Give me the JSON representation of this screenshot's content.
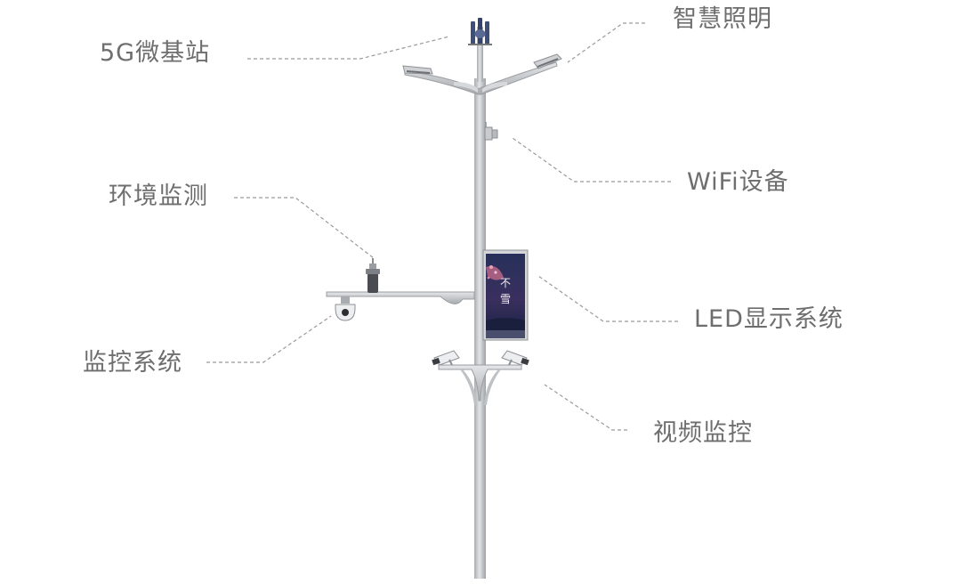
{
  "labels": {
    "base_station": "5G微基站",
    "lighting": "智慧照明",
    "wifi": "WiFi设备",
    "environment": "环境监测",
    "led": "LED显示系统",
    "monitoring": "监控系统",
    "video": "视频监控"
  },
  "screen_text": {
    "line1": "不",
    "line2": "雪"
  },
  "colors": {
    "label": "#6e6e6e",
    "leader": "#9a9a9a",
    "pole": "#c3c6ca",
    "screen": "#2c3764"
  }
}
